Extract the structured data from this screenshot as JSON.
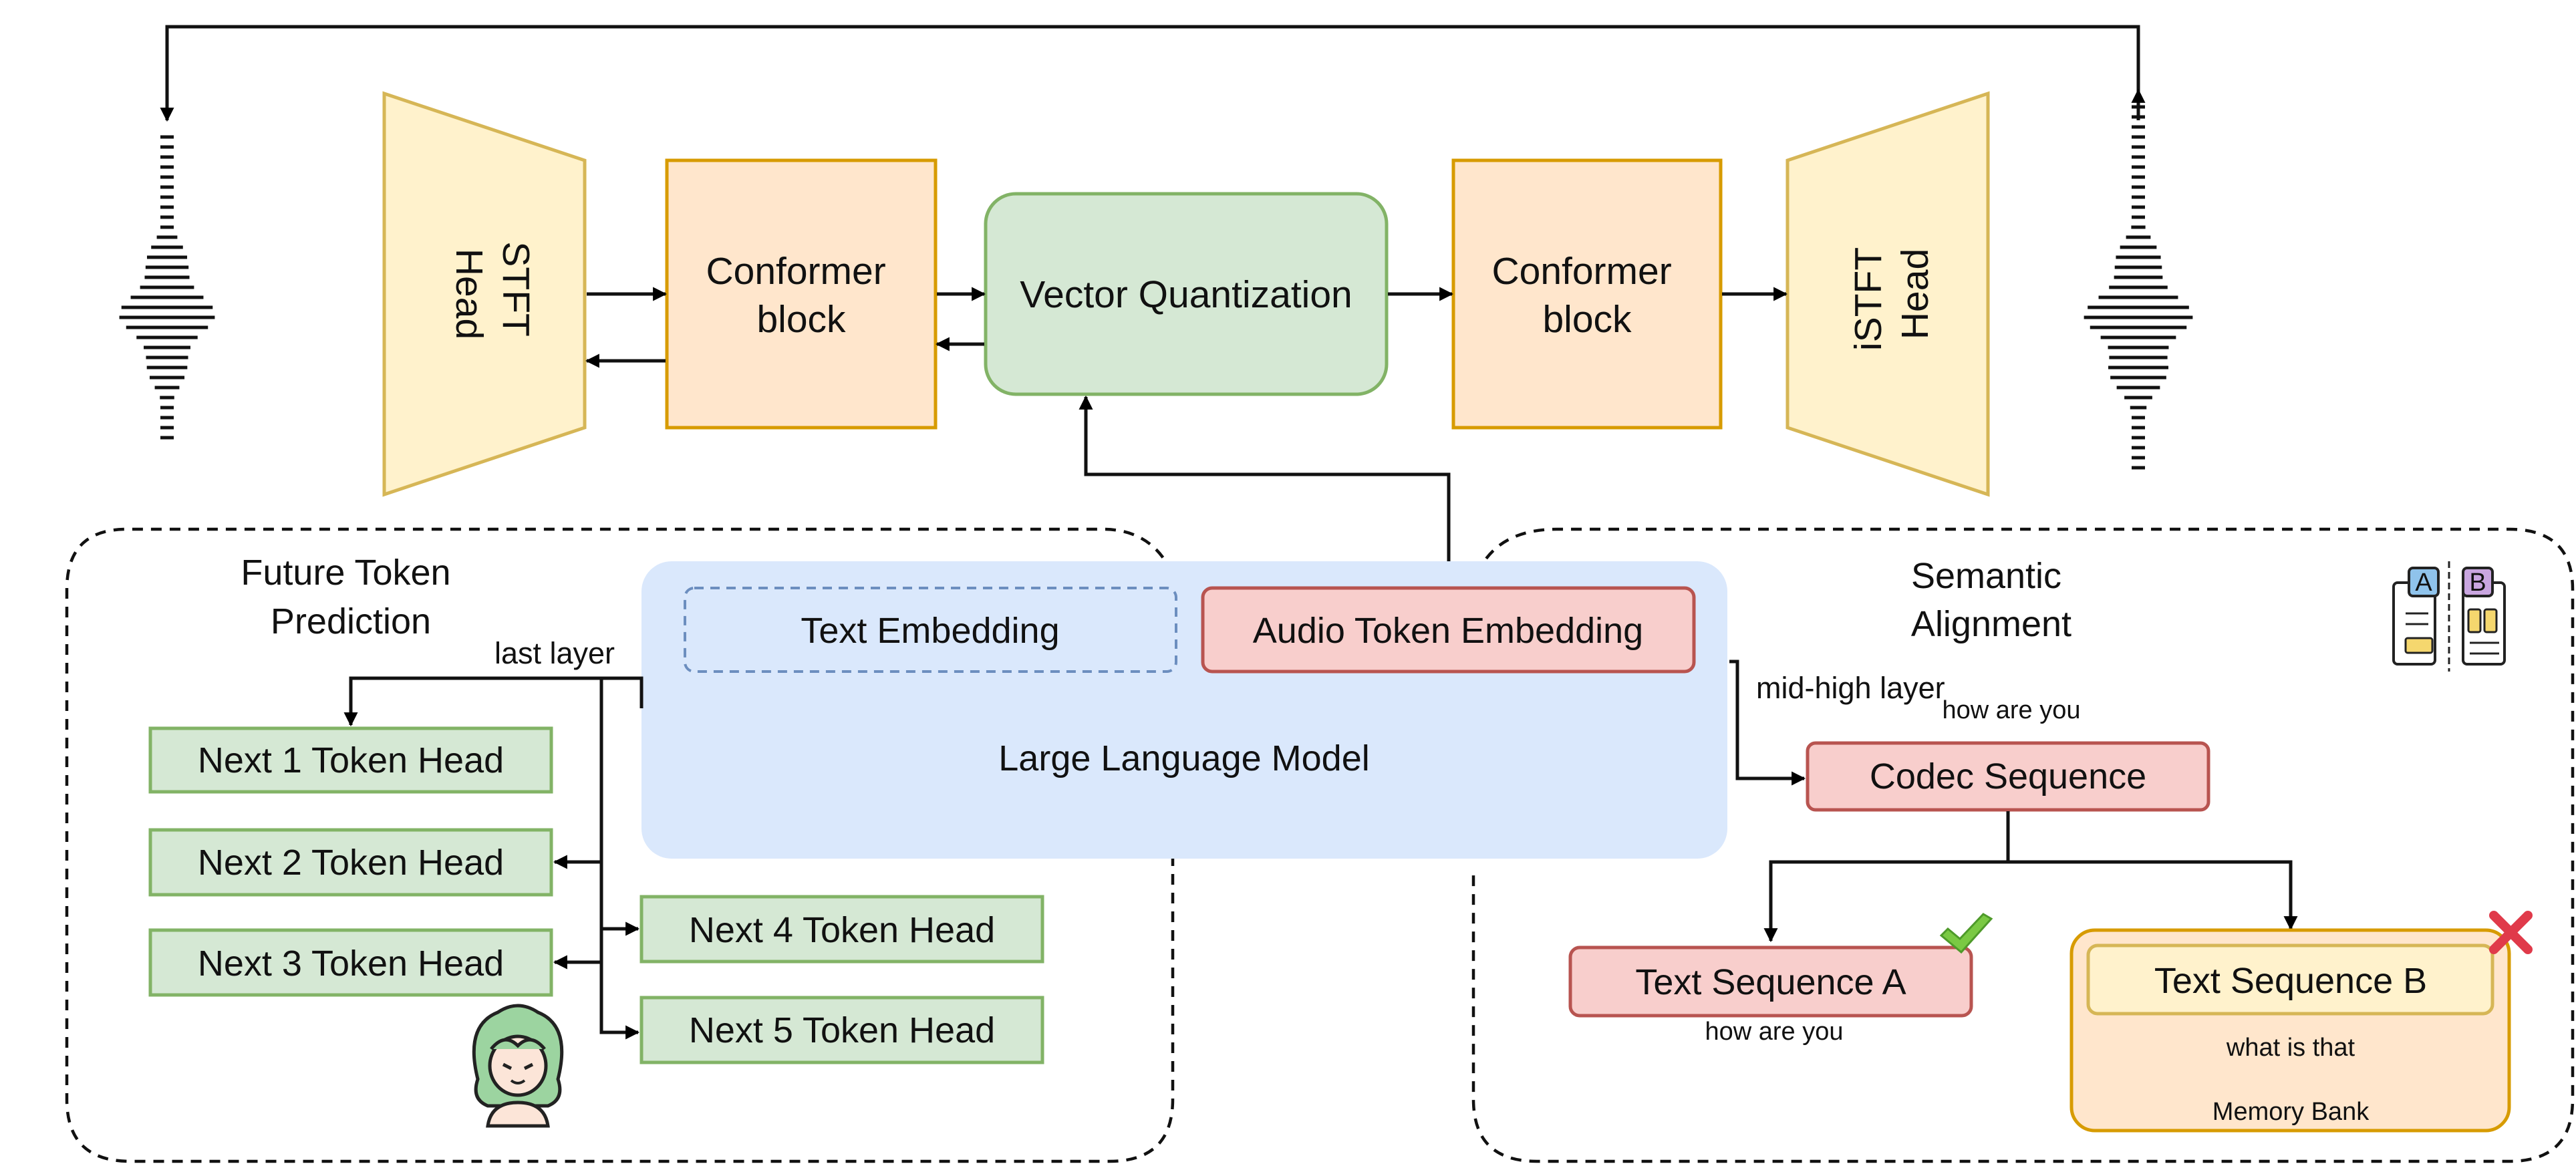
{
  "encoder": {
    "stft_head": [
      "STFT",
      "Head"
    ],
    "conformer_block": [
      "Conformer",
      "block"
    ]
  },
  "quantizer": {
    "label": "Vector Quantization"
  },
  "decoder": {
    "conformer_block": [
      "Conformer",
      "block"
    ],
    "istft_head": [
      "iSTFT",
      "Head"
    ]
  },
  "future_token_prediction": {
    "title": [
      "Future Token",
      "Prediction"
    ],
    "last_layer_label": "last layer",
    "heads": [
      "Next 1 Token Head",
      "Next 2 Token Head",
      "Next 3 Token Head",
      "Next 4 Token Head",
      "Next 5 Token Head"
    ]
  },
  "llm": {
    "text_embedding": "Text Embedding",
    "audio_token_embedding": "Audio Token Embedding",
    "label": "Large Language Model"
  },
  "semantic_alignment": {
    "title": [
      "Semantic",
      "Alignment"
    ],
    "mid_high_layer_label": "mid-high layer",
    "codec_sequence": "Codec Sequence",
    "codec_caption": "how are you",
    "text_sequence_a": "Text Sequence A",
    "text_sequence_a_caption": "how are you",
    "text_sequence_b": "Text Sequence B",
    "text_sequence_b_caption": "what is that",
    "memory_bank": "Memory Bank",
    "badges": [
      "A",
      "B"
    ]
  },
  "icons": [
    "waveform-icon",
    "check-icon",
    "cross-icon",
    "compare-icon",
    "character-avatar-icon"
  ],
  "colors": {
    "trapezoid_fill": "#FFF2CC",
    "trapezoid_stroke": "#D6B656",
    "conformer_fill": "#FFE6CC",
    "conformer_stroke": "#D79B00",
    "vq_fill": "#D5E8D4",
    "vq_stroke": "#82B366",
    "llm_fill": "#DAE8FC",
    "llm_stroke": "#6C8EBF",
    "red_fill": "#F8CECC",
    "red_stroke": "#B85450",
    "head_fill": "#D5E8D4",
    "head_stroke": "#82B366",
    "memory_fill": "#FFE6CC",
    "memory_stroke": "#D79B00",
    "check": "#7AC943",
    "cross": "#E03A4A"
  }
}
